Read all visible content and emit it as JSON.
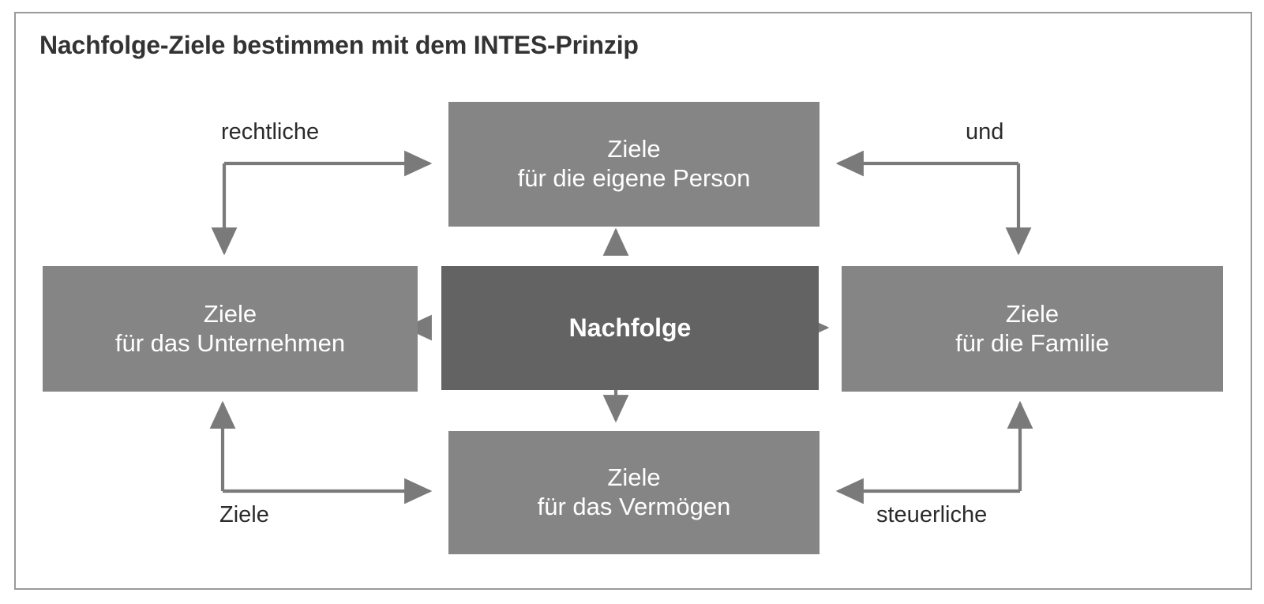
{
  "diagram": {
    "title": "Nachfolge-Ziele bestimmen mit dem INTES-Prinzip",
    "colors": {
      "frame_border": "#9a9a9a",
      "node_fill": "#858585",
      "center_fill": "#636363",
      "node_text": "#ffffff",
      "title_text": "#333333",
      "connector": "#7a7a7a",
      "label_text": "#2b2b2b",
      "background": "#ffffff"
    },
    "nodes": [
      {
        "id": "person",
        "line1": "Ziele",
        "line2": "für die eigene Person",
        "role": "goal",
        "position": "top"
      },
      {
        "id": "unternehmen",
        "line1": "Ziele",
        "line2": "für das Unternehmen",
        "role": "goal",
        "position": "left"
      },
      {
        "id": "nachfolge",
        "line1": "Nachfolge",
        "line2": "",
        "role": "center",
        "position": "center"
      },
      {
        "id": "familie",
        "line1": "Ziele",
        "line2": "für die Familie",
        "role": "goal",
        "position": "right"
      },
      {
        "id": "vermoegen",
        "line1": "Ziele",
        "line2": "für das Vermögen",
        "role": "goal",
        "position": "bottom"
      }
    ],
    "edge_labels": [
      {
        "id": "rechtliche",
        "text": "rechtliche",
        "corner": "top-left"
      },
      {
        "id": "und",
        "text": "und",
        "corner": "top-right"
      },
      {
        "id": "ziele",
        "text": "Ziele",
        "corner": "bottom-left"
      },
      {
        "id": "steuerliche",
        "text": "steuerliche",
        "corner": "bottom-right"
      }
    ],
    "edges": [
      {
        "from": "nachfolge",
        "to": "person",
        "style": "straight",
        "direction": "up"
      },
      {
        "from": "nachfolge",
        "to": "unternehmen",
        "style": "straight",
        "direction": "left"
      },
      {
        "from": "nachfolge",
        "to": "familie",
        "style": "straight",
        "direction": "right"
      },
      {
        "from": "nachfolge",
        "to": "vermoegen",
        "style": "straight",
        "direction": "down"
      },
      {
        "from": "rechtliche",
        "to": "person",
        "style": "elbow",
        "direction": "right"
      },
      {
        "from": "rechtliche",
        "to": "unternehmen",
        "style": "elbow",
        "direction": "down"
      },
      {
        "from": "und",
        "to": "person",
        "style": "elbow",
        "direction": "left"
      },
      {
        "from": "und",
        "to": "familie",
        "style": "elbow",
        "direction": "down"
      },
      {
        "from": "ziele",
        "to": "unternehmen",
        "style": "elbow",
        "direction": "up"
      },
      {
        "from": "ziele",
        "to": "vermoegen",
        "style": "elbow",
        "direction": "right"
      },
      {
        "from": "steuerliche",
        "to": "familie",
        "style": "elbow",
        "direction": "up"
      },
      {
        "from": "steuerliche",
        "to": "vermoegen",
        "style": "elbow",
        "direction": "left"
      }
    ]
  }
}
